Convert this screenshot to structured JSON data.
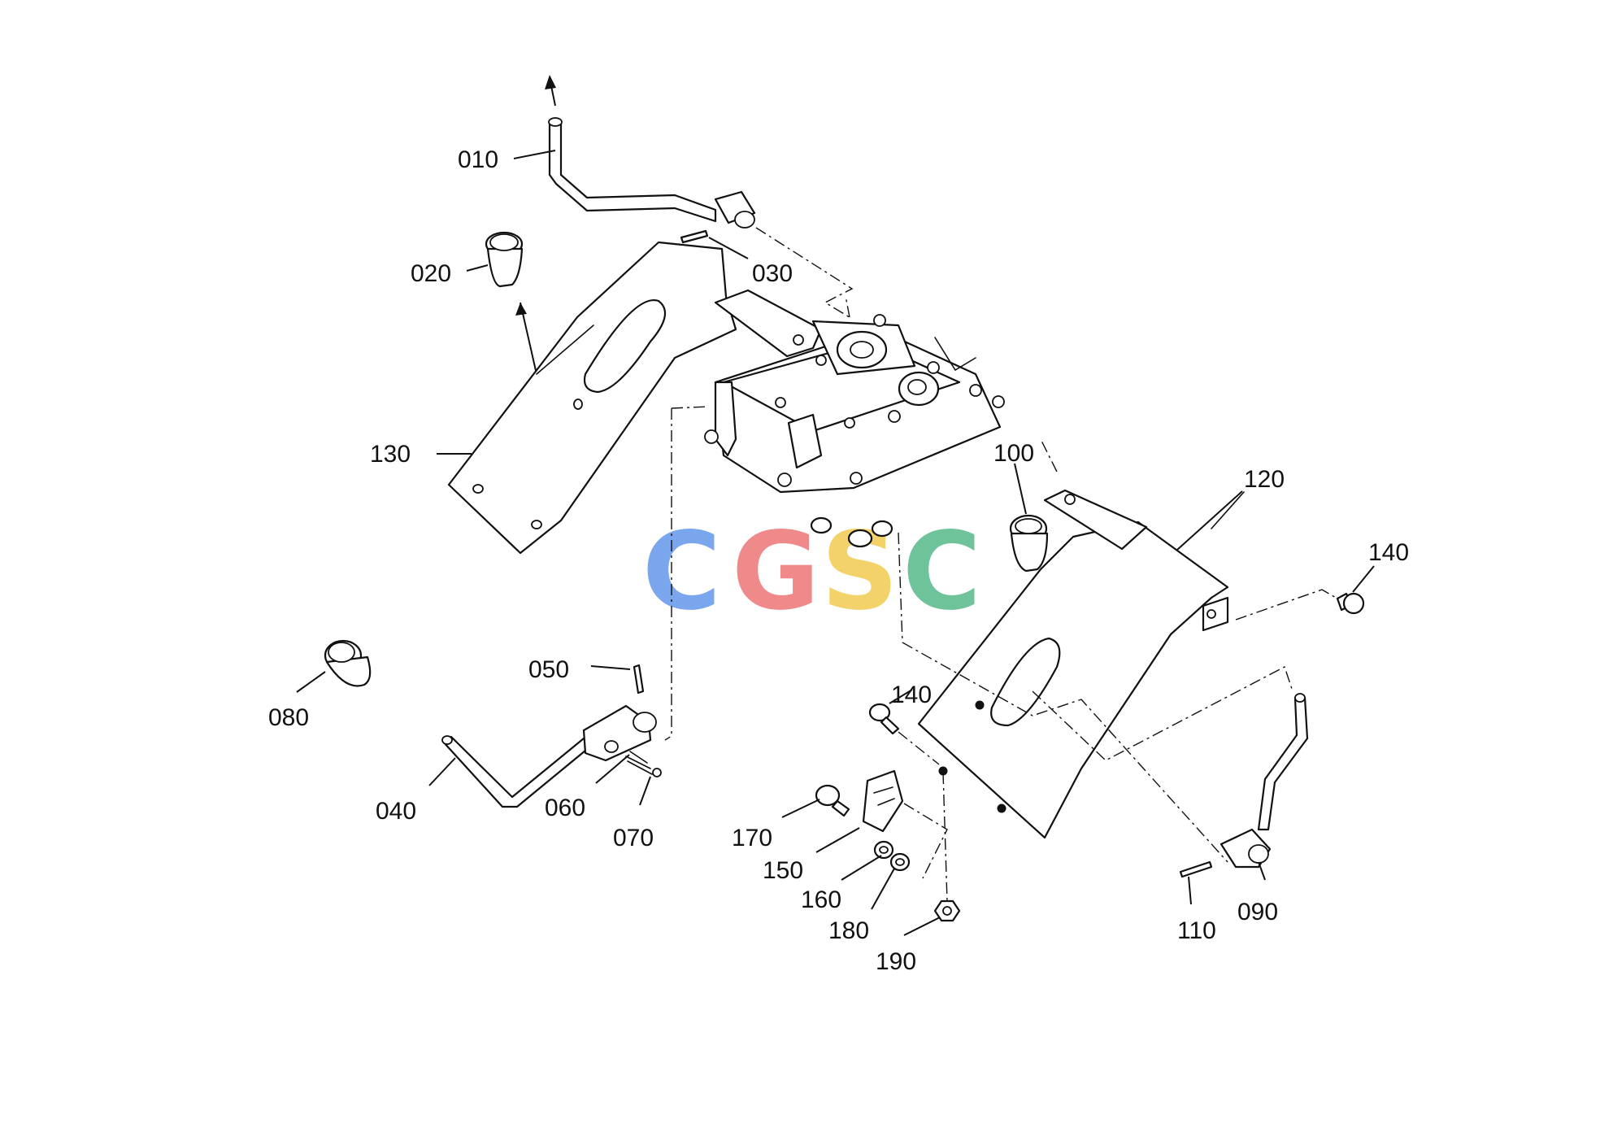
{
  "diagram": {
    "callouts": [
      {
        "id": "c010",
        "text": "010"
      },
      {
        "id": "c020",
        "text": "020"
      },
      {
        "id": "c030",
        "text": "030"
      },
      {
        "id": "c040",
        "text": "040"
      },
      {
        "id": "c050",
        "text": "050"
      },
      {
        "id": "c060",
        "text": "060"
      },
      {
        "id": "c070",
        "text": "070"
      },
      {
        "id": "c080",
        "text": "080"
      },
      {
        "id": "c090",
        "text": "090"
      },
      {
        "id": "c100",
        "text": "100"
      },
      {
        "id": "c110",
        "text": "110"
      },
      {
        "id": "c120",
        "text": "120"
      },
      {
        "id": "c130",
        "text": "130"
      },
      {
        "id": "c140a",
        "text": "140"
      },
      {
        "id": "c140b",
        "text": "140"
      },
      {
        "id": "c150",
        "text": "150"
      },
      {
        "id": "c160",
        "text": "160"
      },
      {
        "id": "c170",
        "text": "170"
      },
      {
        "id": "c180",
        "text": "180"
      },
      {
        "id": "c190",
        "text": "190"
      }
    ]
  },
  "watermark": {
    "letters": [
      "C",
      "G",
      "S",
      "C"
    ],
    "colors": [
      "#7aa6ee",
      "#f08a8a",
      "#f3d26a",
      "#6fc39a"
    ]
  }
}
